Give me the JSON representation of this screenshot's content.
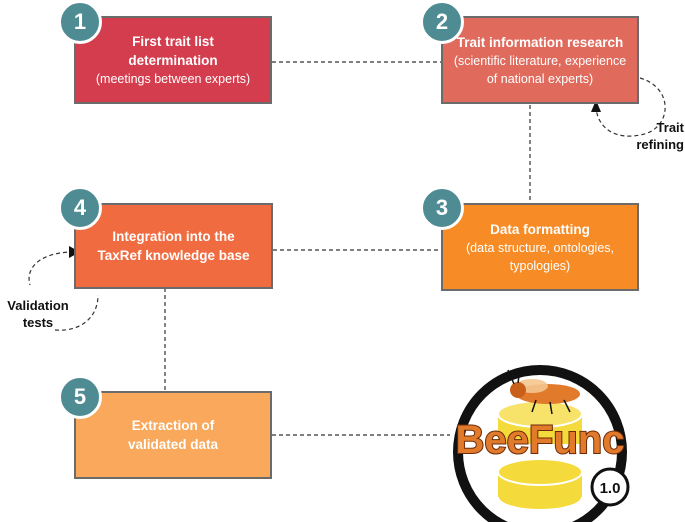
{
  "steps": [
    {
      "number": "1",
      "title": "First trait list determination",
      "subtitle": "(meetings between experts)",
      "color": "#d43d4e"
    },
    {
      "number": "2",
      "title": "Trait information research",
      "subtitle": "(scientific literature, experience of national experts)",
      "color": "#e06a5c"
    },
    {
      "number": "3",
      "title": "Data formatting",
      "subtitle": "(data structure, ontologies, typologies)",
      "color": "#f78b26"
    },
    {
      "number": "4",
      "title": "Integration into the TaxRef knowledge base",
      "subtitle": "",
      "color": "#f06b3f"
    },
    {
      "number": "5",
      "title": "Extraction of validated data",
      "subtitle": "",
      "color": "#f9a85c"
    }
  ],
  "loops": {
    "refining": "Trait refining",
    "validation": "Validation tests"
  },
  "logo": {
    "name": "BeeFunc",
    "version": "1.0"
  },
  "colors": {
    "badge": "#4e8b93",
    "logo_text": "#e27a2b",
    "logo_disc": "#f5da3c"
  }
}
